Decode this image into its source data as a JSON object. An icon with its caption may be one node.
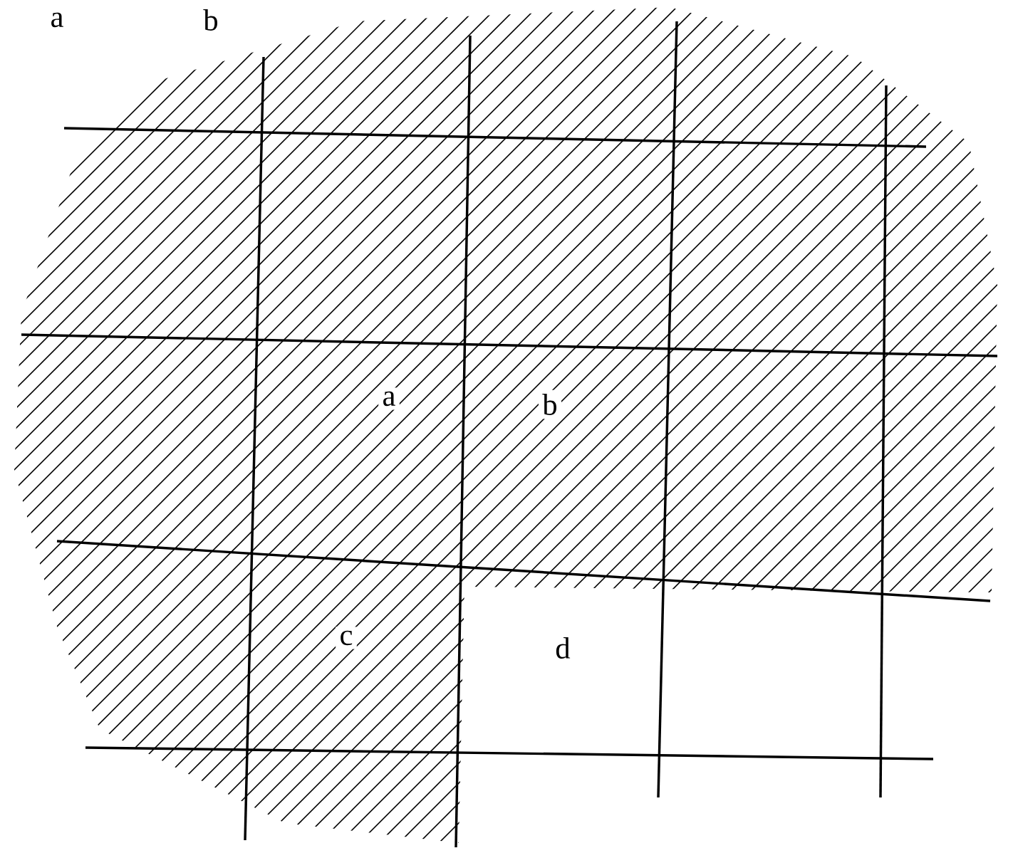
{
  "diagram": {
    "labels": [
      "a",
      "b",
      "a",
      "b",
      "c",
      "d"
    ]
  }
}
